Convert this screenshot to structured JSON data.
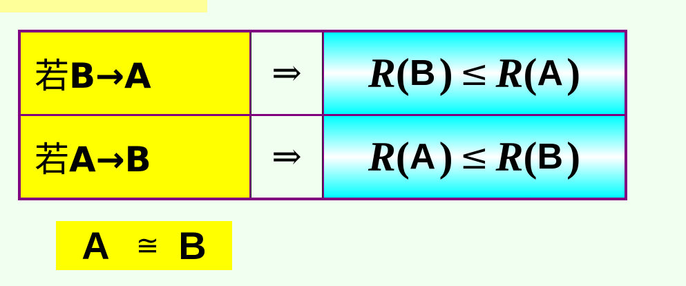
{
  "rows": [
    {
      "condition": {
        "prefix": "若",
        "from": "B",
        "arrow": "→",
        "to": "A"
      },
      "implies": "⇒",
      "result": {
        "func": "R",
        "left": "B",
        "relation": "≤",
        "func2": "R",
        "right": "A",
        "open": "(",
        "close": ")"
      }
    },
    {
      "condition": {
        "prefix": "若",
        "from": "A",
        "arrow": "→",
        "to": "B"
      },
      "implies": "⇒",
      "result": {
        "func": "R",
        "left": "A",
        "relation": "≤",
        "func2": "R",
        "right": "B",
        "open": "(",
        "close": ")"
      }
    }
  ],
  "conclusion": {
    "left": "A",
    "relation": "≅",
    "right": "B"
  },
  "colors": {
    "background": "#f0fff0",
    "table_border": "#800080",
    "highlight_yellow": "#ffff00",
    "top_strip": "#ffff99",
    "cyan": "#00ffff"
  }
}
